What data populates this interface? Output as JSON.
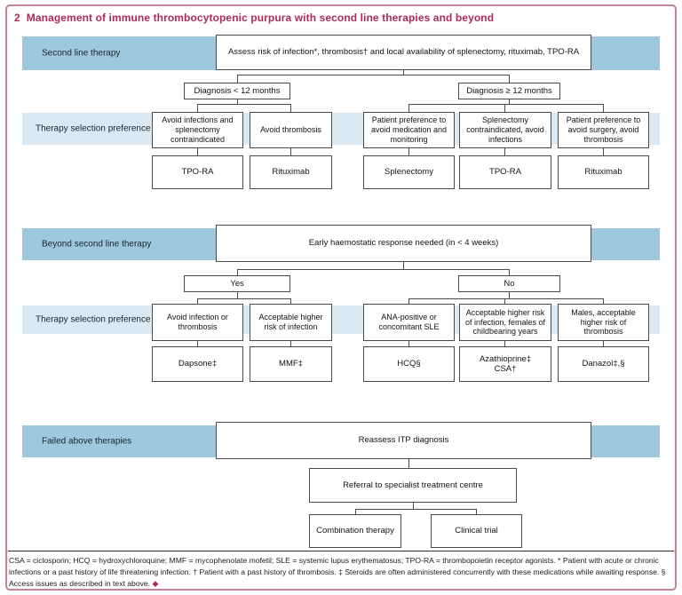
{
  "title": {
    "number": "2",
    "text": "Management of immune thrombocytopenic purpura with second line therapies and beyond"
  },
  "sections": {
    "second_line": {
      "band_label": "Second line therapy",
      "assess": "Assess risk of infection*, thrombosis† and local availability of splenectomy, rituximab, TPO-RA",
      "branch_left": "Diagnosis < 12 months",
      "branch_right": "Diagnosis ≥ 12 months",
      "selection_band_label": "Therapy selection preference",
      "preferences": [
        "Avoid infections and splenectomy contraindicated",
        "Avoid thrombosis",
        "Patient preference to avoid medication and monitoring",
        "Splenectomy contraindicated, avoid infections",
        "Patient preference to avoid surgery, avoid thrombosis"
      ],
      "therapies": [
        "TPO-RA",
        "Rituximab",
        "Splenectomy",
        "TPO-RA",
        "Rituximab"
      ]
    },
    "beyond_second_line": {
      "band_label": "Beyond second line therapy",
      "assess": "Early haemostatic response needed (in < 4 weeks)",
      "branch_left": "Yes",
      "branch_right": "No",
      "selection_band_label": "Therapy selection preference",
      "preferences": [
        "Avoid infection or thrombosis",
        "Acceptable higher risk of infection",
        "ANA-positive or concomitant SLE",
        "Acceptable higher risk of infection, females of childbearing years",
        "Males, acceptable higher risk of thrombosis"
      ],
      "therapies": [
        "Dapsone‡",
        "MMF‡",
        "HCQ§",
        "Azathioprine‡\nCSA†",
        "Danazol‡,§"
      ]
    },
    "failed": {
      "band_label": "Failed above therapies",
      "assess": "Reassess ITP diagnosis",
      "referral": "Referral to specialist treatment centre",
      "options": [
        "Combination therapy",
        "Clinical trial"
      ]
    }
  },
  "footnote": {
    "text": "CSA = ciclosporin; HCQ = hydroxychloroquine; MMF = mycophenolate mofetil; SLE = systemic lupus erythematosus; TPO-RA = thrombopoietin receptor agonists. * Patient with acute or chronic infections or a past history of life threatening infection. † Patient with a past history of thrombosis. ‡ Steroids are often administered concurrently with these medications while awaiting response. § Access issues as described in text above.",
    "end_marker": "◆"
  },
  "colors": {
    "accent_pink": "#ad2b55",
    "border_pink": "#c2839b",
    "band_blue": "#9fc8df",
    "band_light_blue": "#dae9f3"
  }
}
